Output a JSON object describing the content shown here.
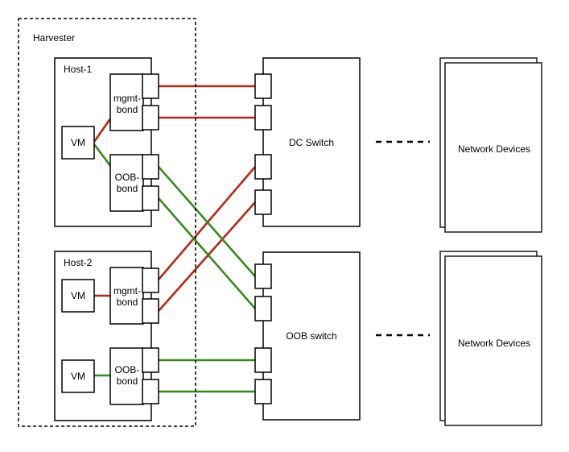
{
  "colors": {
    "mgmt_link": "#b82617",
    "oob_link": "#368a1c",
    "outline": "#000000",
    "background": "#ffffff"
  },
  "harvester": {
    "label": "Harvester"
  },
  "host1": {
    "label": "Host-1",
    "vm_label": "VM",
    "mgmt_bond_label": {
      "line1": "mgmt-",
      "line2": "bond"
    },
    "oob_bond_label": {
      "line1": "OOB-",
      "line2": "bond"
    }
  },
  "host2": {
    "label": "Host-2",
    "vm1_label": "VM",
    "vm2_label": "VM",
    "mgmt_bond_label": {
      "line1": "mgmt-",
      "line2": "bond"
    },
    "oob_bond_label": {
      "line1": "OOB-",
      "line2": "bond"
    }
  },
  "dc_switch": {
    "label": "DC Switch"
  },
  "oob_switch": {
    "label": "OOB switch"
  },
  "network_devices_top": {
    "label": "Network Devices"
  },
  "network_devices_bottom": {
    "label": "Network Devices"
  }
}
